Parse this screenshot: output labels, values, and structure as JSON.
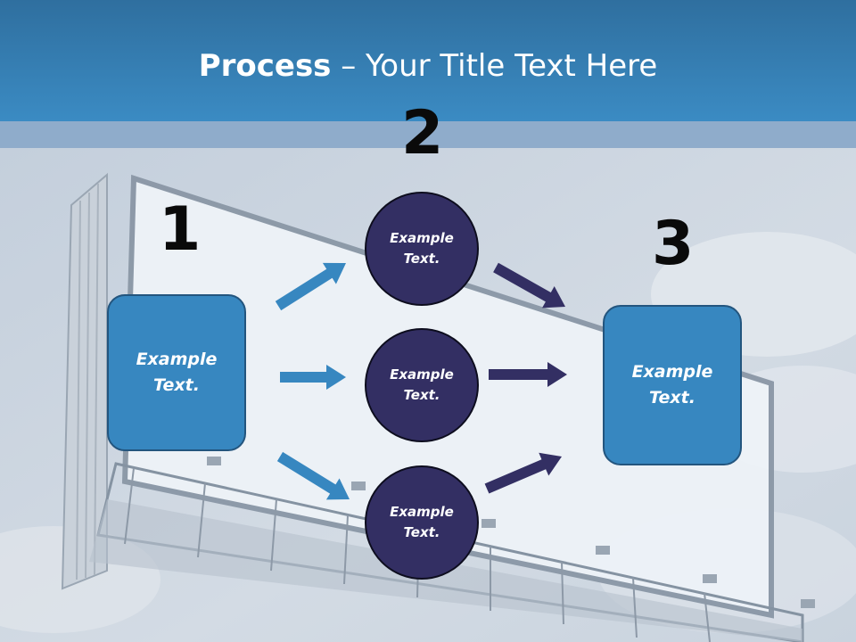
{
  "title": {
    "bold": "Process",
    "rest": " – Your Title Text Here"
  },
  "steps": {
    "one": {
      "number": "1",
      "text": "Example Text."
    },
    "two": {
      "number": "2"
    },
    "three": {
      "number": "3",
      "text": "Example Text."
    }
  },
  "circles": [
    {
      "text": "Example Text."
    },
    {
      "text": "Example Text."
    },
    {
      "text": "Example Text."
    }
  ],
  "colors": {
    "header": "#3b8bc3",
    "box_fill": "#3787c0",
    "circle_fill": "#332f63",
    "arrow_left": "#3787c0",
    "arrow_right": "#332f63"
  }
}
